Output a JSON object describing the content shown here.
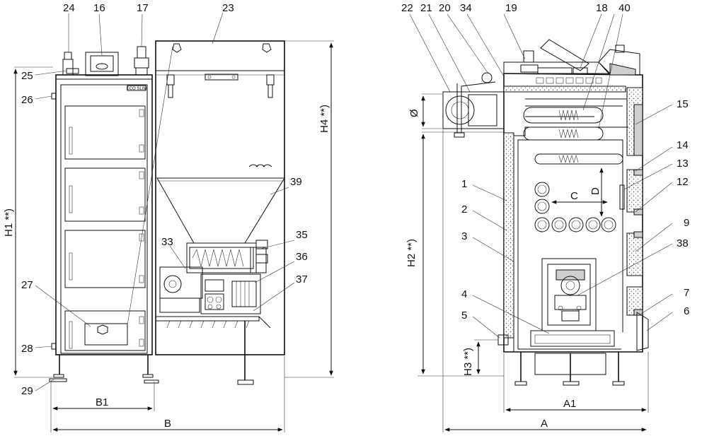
{
  "callouts": {
    "c24": "24",
    "c16": "16",
    "c17": "17",
    "c23": "23",
    "c25": "25",
    "c26": "26",
    "c27": "27",
    "c28": "28",
    "c29": "29",
    "c33": "33",
    "c35": "35",
    "c36": "36",
    "c37": "37",
    "c39": "39",
    "c22": "22",
    "c21": "21",
    "c20": "20",
    "c34": "34",
    "c19": "19",
    "c18": "18",
    "c40": "40",
    "c15": "15",
    "c14": "14",
    "c13": "13",
    "c12": "12",
    "c9": "9",
    "c38": "38",
    "c7": "7",
    "c6": "6",
    "c1": "1",
    "c2": "2",
    "c3": "3",
    "c4": "4",
    "c5": "5"
  },
  "dimensions": {
    "h1": "H1 **)",
    "h2": "H2 **)",
    "h3": "H3 **)",
    "h4": "H4 **)",
    "b1": "B1",
    "b": "B",
    "a1": "A1",
    "a": "A",
    "c": "C",
    "d": "D",
    "phi": "Ø"
  },
  "panel_label": "ECO SLIM"
}
